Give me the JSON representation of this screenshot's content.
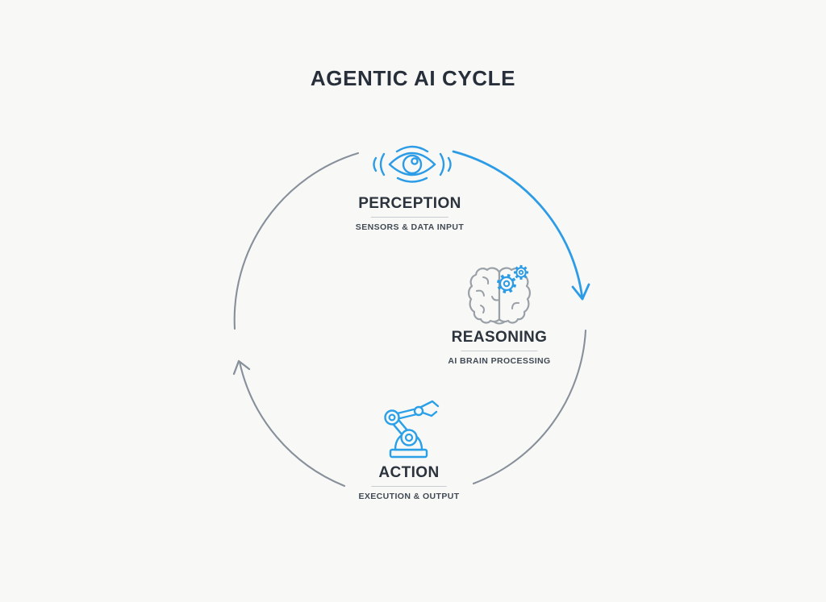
{
  "title": "AGENTIC AI CYCLE",
  "cycle": {
    "direction": "clockwise",
    "arrows": [
      {
        "name": "perception-to-reasoning",
        "color": "#2D9CE6"
      },
      {
        "name": "action-to-perception",
        "color": "#87909A"
      }
    ]
  },
  "stages": [
    {
      "id": "perception",
      "label": "PERCEPTION",
      "sublabel": "SENSORS & DATA INPUT",
      "icon": "eye-sensor-icon"
    },
    {
      "id": "reasoning",
      "label": "REASONING",
      "sublabel": "AI BRAIN PROCESSING",
      "icon": "brain-gears-icon"
    },
    {
      "id": "action",
      "label": "ACTION",
      "sublabel": "EXECUTION & OUTPUT",
      "icon": "robot-arm-icon"
    }
  ],
  "colors": {
    "accent_blue": "#2D9CE6",
    "ring_gray": "#87909A",
    "heading_text": "#2B333D",
    "sub_text": "#414A54",
    "background": "#F8F8F6"
  }
}
